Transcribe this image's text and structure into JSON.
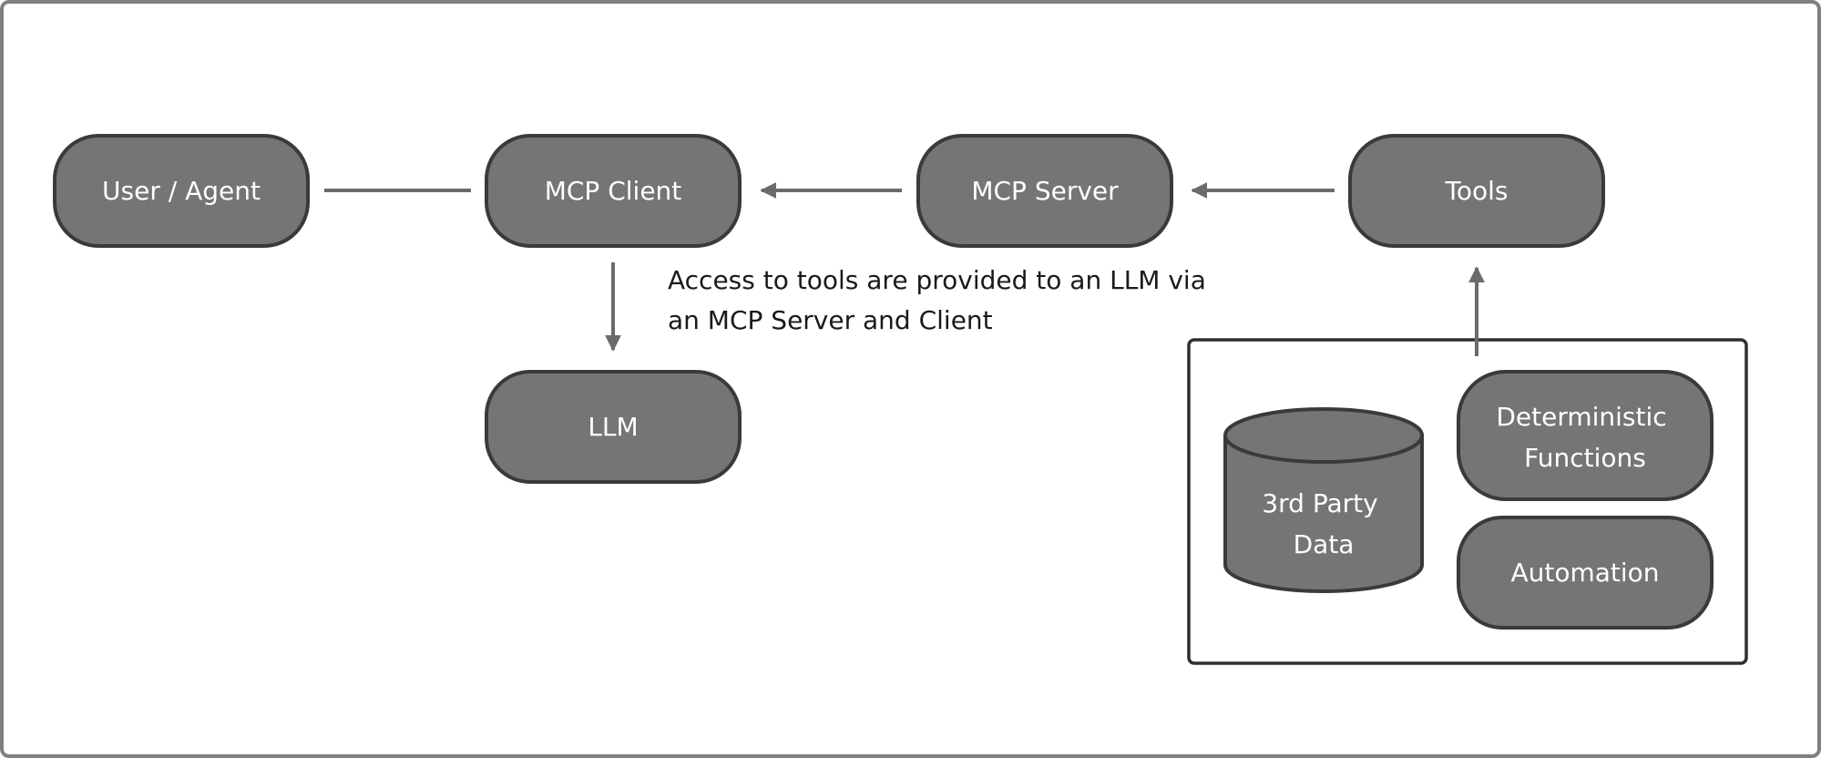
{
  "nodes": {
    "user_agent": "User / Agent",
    "mcp_client": "MCP Client",
    "mcp_server": "MCP Server",
    "tools": "Tools",
    "llm": "LLM",
    "third_party_data": [
      "3rd Party",
      "Data"
    ],
    "deterministic_functions": [
      "Deterministic",
      "Functions"
    ],
    "automation": "Automation"
  },
  "annotation": [
    "Access to tools are provided to an LLM via",
    "an MCP Server and Client"
  ],
  "colors": {
    "node_fill": "#757575",
    "node_stroke": "#3a3a3a",
    "edge": "#6b6b6b",
    "frame_stroke": "#808080",
    "group_stroke": "#2f2f2f",
    "node_text": "#ffffff",
    "annotation_text": "#1a1a1a"
  }
}
